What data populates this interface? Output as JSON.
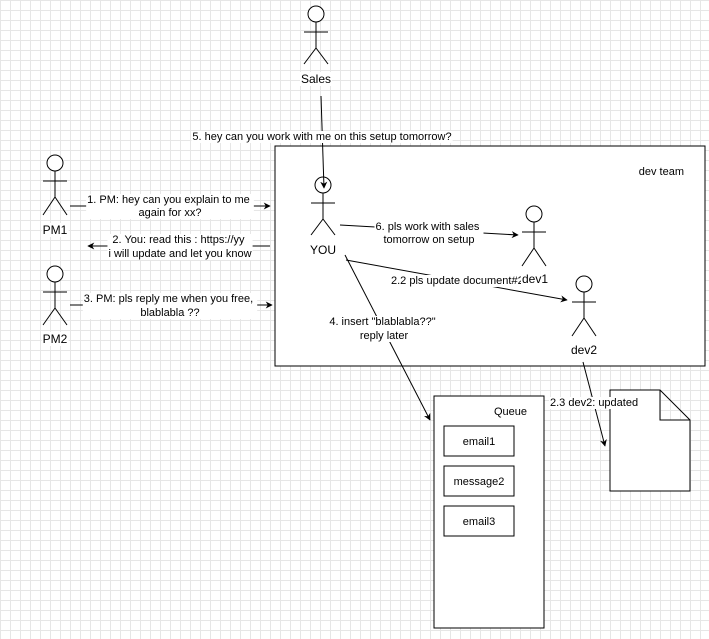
{
  "actors": {
    "sales": "Sales",
    "pm1": "PM1",
    "pm2": "PM2",
    "you": "YOU",
    "dev1": "dev1",
    "dev2": "dev2"
  },
  "containers": {
    "dev_team": "dev team",
    "queue": {
      "title": "Queue",
      "items": [
        "email1",
        "message2",
        "email3"
      ]
    }
  },
  "messages": {
    "m1": [
      "1. PM: hey can you explain to me",
      "again for xx?"
    ],
    "m2": [
      "2. You: read this : https://yy",
      "i will update and let you know"
    ],
    "m3": [
      "3. PM: pls reply me when you free,",
      "blablabla ??"
    ],
    "m4": [
      "4. insert \"blablabla??\"",
      "reply later"
    ],
    "m5": "5. hey can you work with me on this setup tomorrow?",
    "m6": [
      "6. pls work with sales",
      "tomorrow on setup"
    ],
    "m22": "2.2 pls update document#2",
    "m23": "2.3 dev2: updated"
  }
}
